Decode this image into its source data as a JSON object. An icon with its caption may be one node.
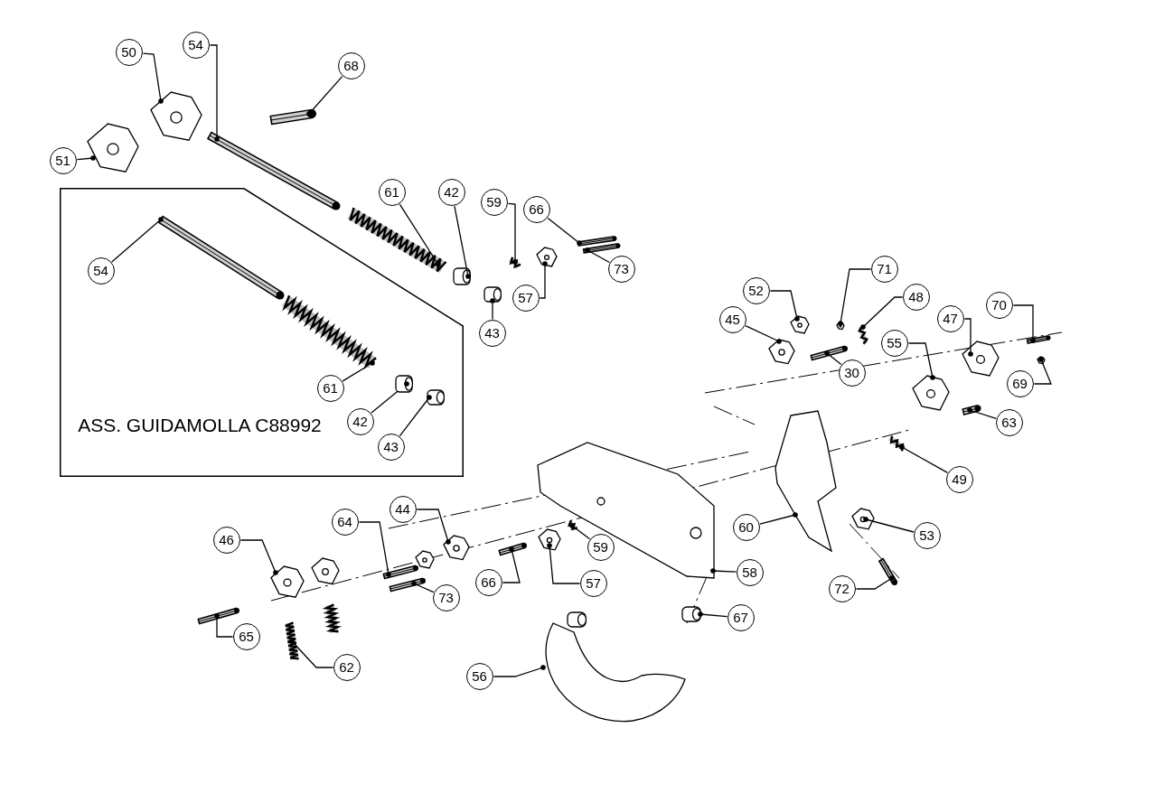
{
  "diagram": {
    "nodes": [
      {
        "text": [
          "50"
        ]
      },
      {
        "text": [
          "54"
        ]
      },
      {
        "text": [
          "68"
        ]
      },
      {
        "text": [
          "51"
        ]
      },
      {
        "text": [
          "ASS. GUIDAMOLLA C88992"
        ]
      },
      {
        "text": [
          "54"
        ],
        "in": 4
      },
      {
        "text": [
          "61"
        ],
        "in": 4
      },
      {
        "text": [
          "42"
        ],
        "in": 4
      },
      {
        "text": [
          "43"
        ],
        "in": 4
      },
      {
        "text": [
          "61"
        ]
      },
      {
        "text": [
          "42"
        ]
      },
      {
        "text": [
          "59"
        ]
      },
      {
        "text": [
          "66"
        ]
      },
      {
        "text": [
          "73"
        ]
      },
      {
        "text": [
          "57"
        ]
      },
      {
        "text": [
          "43"
        ]
      },
      {
        "text": [
          "71"
        ]
      },
      {
        "text": [
          "52"
        ]
      },
      {
        "text": [
          "48"
        ]
      },
      {
        "text": [
          "45"
        ]
      },
      {
        "text": [
          "30"
        ]
      },
      {
        "text": [
          "47"
        ]
      },
      {
        "text": [
          "70"
        ]
      },
      {
        "text": [
          "55"
        ]
      },
      {
        "text": [
          "69"
        ]
      },
      {
        "text": [
          "63"
        ]
      },
      {
        "text": [
          "49"
        ]
      },
      {
        "text": [
          "60"
        ]
      },
      {
        "text": [
          "53"
        ]
      },
      {
        "text": [
          "44"
        ]
      },
      {
        "text": [
          "46"
        ]
      },
      {
        "text": [
          "64"
        ]
      },
      {
        "text": [
          "59"
        ]
      },
      {
        "text": [
          "66"
        ]
      },
      {
        "text": [
          "57"
        ]
      },
      {
        "text": [
          "73"
        ]
      },
      {
        "text": [
          "58"
        ]
      },
      {
        "text": [
          "72"
        ]
      },
      {
        "text": [
          "65"
        ]
      },
      {
        "text": [
          "62"
        ]
      },
      {
        "text": [
          "67"
        ]
      },
      {
        "text": [
          "56"
        ]
      },
      {
        "text": [],
        "shape": "picture"
      },
      {
        "text": [],
        "shape": "picture"
      },
      {
        "text": [],
        "shape": "picture"
      },
      {
        "text": [],
        "shape": "picture"
      },
      {
        "text": [],
        "shape": "picture",
        "in": 4
      },
      {
        "text": [],
        "shape": "picture",
        "in": 4
      },
      {
        "text": [],
        "shape": "picture",
        "in": 4
      },
      {
        "text": [],
        "shape": "picture",
        "in": 4
      },
      {
        "text": [],
        "shape": "picture"
      },
      {
        "text": [],
        "shape": "picture"
      },
      {
        "text": [],
        "shape": "picture"
      },
      {
        "text": [],
        "shape": "picture"
      },
      {
        "text": [],
        "shape": "picture"
      },
      {
        "text": [],
        "shape": "picture"
      },
      {
        "text": [],
        "shape": "picture"
      },
      {
        "text": [],
        "shape": "picture"
      },
      {
        "text": [],
        "shape": "picture"
      },
      {
        "text": [],
        "shape": "picture"
      },
      {
        "text": [],
        "shape": "picture"
      },
      {
        "text": [],
        "shape": "picture"
      },
      {
        "text": [],
        "shape": "picture"
      },
      {
        "text": [],
        "shape": "picture"
      },
      {
        "text": [],
        "shape": "picture"
      },
      {
        "text": [],
        "shape": "picture"
      },
      {
        "text": [],
        "shape": "picture"
      },
      {
        "text": [],
        "shape": "picture"
      },
      {
        "text": [],
        "shape": "picture"
      },
      {
        "text": [],
        "shape": "picture"
      },
      {
        "text": [],
        "shape": "picture"
      },
      {
        "text": [],
        "shape": "picture"
      },
      {
        "text": [],
        "shape": "picture"
      },
      {
        "text": [],
        "shape": "picture"
      },
      {
        "text": [],
        "shape": "picture"
      },
      {
        "text": [],
        "shape": "picture"
      },
      {
        "text": [],
        "shape": "picture"
      },
      {
        "text": [],
        "shape": "picture"
      },
      {
        "text": [],
        "shape": "picture"
      },
      {
        "text": [],
        "shape": "picture"
      },
      {
        "text": [],
        "shape": "picture"
      },
      {
        "text": [],
        "shape": "picture"
      },
      {
        "text": [],
        "shape": "picture"
      }
    ],
    "edges": [
      {
        "from": 0,
        "to": 42,
        "arrow": "none"
      },
      {
        "from": 1,
        "to": 43,
        "arrow": "none"
      },
      {
        "from": 2,
        "to": 44,
        "arrow": "none"
      },
      {
        "from": 3,
        "to": 45,
        "arrow": "none"
      },
      {
        "from": 5,
        "to": 46,
        "arrow": "none"
      },
      {
        "from": 6,
        "to": 47,
        "arrow": "none"
      },
      {
        "from": 7,
        "to": 48,
        "arrow": "none"
      },
      {
        "from": 8,
        "to": 49,
        "arrow": "none"
      },
      {
        "from": 9,
        "to": 50,
        "arrow": "none"
      },
      {
        "from": 10,
        "to": 51,
        "arrow": "none"
      },
      {
        "from": 11,
        "to": 52,
        "arrow": "none"
      },
      {
        "from": 12,
        "to": 53,
        "arrow": "none"
      },
      {
        "from": 13,
        "to": 54,
        "arrow": "none"
      },
      {
        "from": 14,
        "to": 55,
        "arrow": "none"
      },
      {
        "from": 15,
        "to": 56,
        "arrow": "none"
      },
      {
        "from": 16,
        "to": 57,
        "arrow": "none"
      },
      {
        "from": 17,
        "to": 58,
        "arrow": "none"
      },
      {
        "from": 18,
        "to": 59,
        "arrow": "none"
      },
      {
        "from": 19,
        "to": 60,
        "arrow": "none"
      },
      {
        "from": 20,
        "to": 61,
        "arrow": "none"
      },
      {
        "from": 21,
        "to": 62,
        "arrow": "none"
      },
      {
        "from": 22,
        "to": 63,
        "arrow": "none"
      },
      {
        "from": 23,
        "to": 64,
        "arrow": "none"
      },
      {
        "from": 24,
        "to": 65,
        "arrow": "none"
      },
      {
        "from": 25,
        "to": 66,
        "arrow": "none"
      },
      {
        "from": 26,
        "to": 67,
        "arrow": "none"
      },
      {
        "from": 27,
        "to": 68,
        "arrow": "none"
      },
      {
        "from": 28,
        "to": 69,
        "arrow": "none"
      },
      {
        "from": 29,
        "to": 70,
        "arrow": "none"
      },
      {
        "from": 30,
        "to": 71,
        "arrow": "none"
      },
      {
        "from": 31,
        "to": 72,
        "arrow": "none"
      },
      {
        "from": 32,
        "to": 73,
        "arrow": "none"
      },
      {
        "from": 33,
        "to": 74,
        "arrow": "none"
      },
      {
        "from": 34,
        "to": 75,
        "arrow": "none"
      },
      {
        "from": 35,
        "to": 76,
        "arrow": "none"
      },
      {
        "from": 36,
        "to": 77,
        "arrow": "none"
      },
      {
        "from": 37,
        "to": 78,
        "arrow": "none"
      },
      {
        "from": 38,
        "to": 79,
        "arrow": "none"
      },
      {
        "from": 39,
        "to": 80,
        "arrow": "none"
      },
      {
        "from": 40,
        "to": 81,
        "arrow": "none"
      },
      {
        "from": 41,
        "to": 82,
        "arrow": "none"
      }
    ]
  }
}
